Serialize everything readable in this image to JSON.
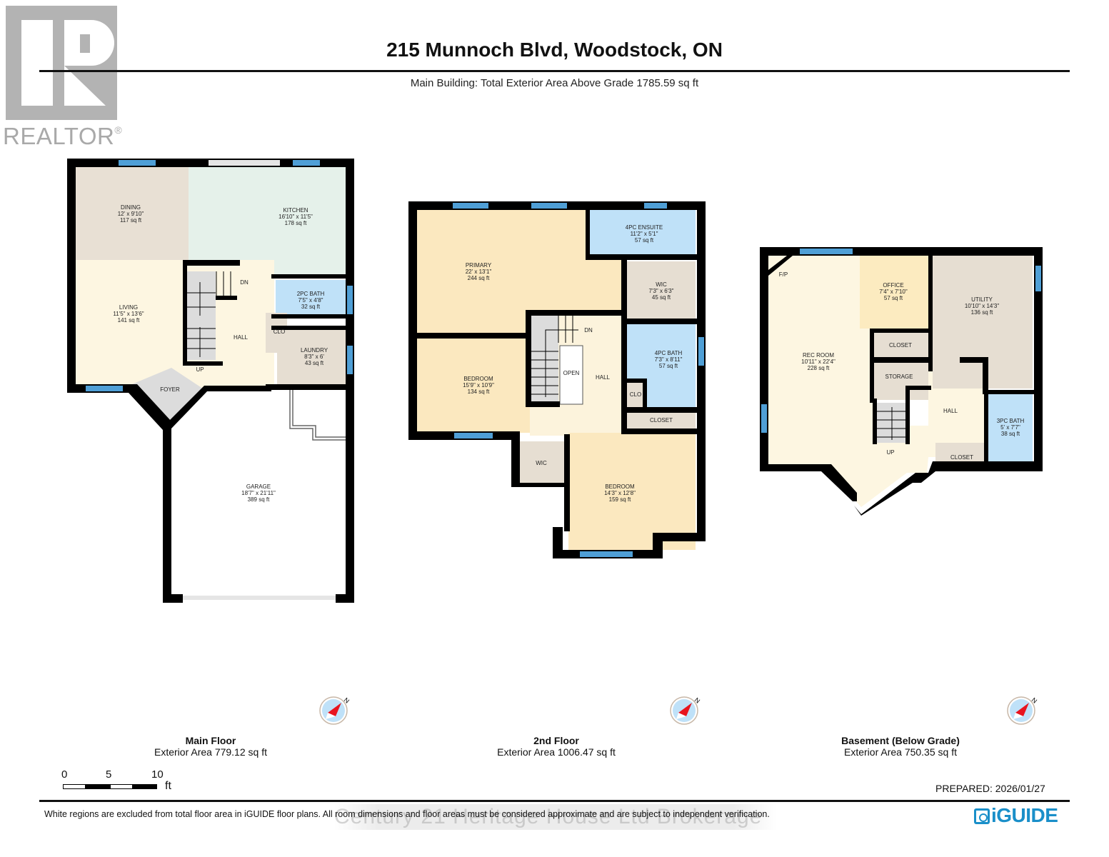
{
  "header": {
    "title": "215 Munnoch Blvd, Woodstock, ON",
    "subtitle": "Main Building: Total Exterior Area Above Grade 1785.59 sq ft"
  },
  "logo": {
    "text": "REALTOR",
    "mark": "®",
    "icon": "realtor-r-logo-icon"
  },
  "colors": {
    "wall": "#000000",
    "window": "#4f9fd6",
    "living": "#fdf6e1",
    "dining": "#e8e0d4",
    "kitchen": "#e5f1ea",
    "bath": "#bfe1f8",
    "laundry": "#e6ded2",
    "hall": "#fcf3dc",
    "bedroom": "#fbe8bf",
    "stairs": "#dcdcdc",
    "utility": "#e6ded2",
    "office": "#fcebc0",
    "brand": "#1a8fc9",
    "compass_red": "#e8141e",
    "compass_blue": "#bfe1f8"
  },
  "floors": [
    {
      "id": "main",
      "name": "Main Floor",
      "area": "Exterior Area 779.12 sq ft",
      "rooms": [
        {
          "name": "DINING",
          "dims": "12' x 9'10\"",
          "area": "117 sq ft"
        },
        {
          "name": "KITCHEN",
          "dims": "16'10\" x 11'5\"",
          "area": "178 sq ft"
        },
        {
          "name": "LIVING",
          "dims": "11'5\" x 13'6\"",
          "area": "141 sq ft"
        },
        {
          "name": "2PC BATH",
          "dims": "7'5\" x 4'8\"",
          "area": "32 sq ft"
        },
        {
          "name": "LAUNDRY",
          "dims": "8'3\" x 6'",
          "area": "43 sq ft"
        },
        {
          "name": "GARAGE",
          "dims": "18'7\" x 21'11\"",
          "area": "389 sq ft"
        }
      ],
      "labels": {
        "hall": "HALL",
        "foyer": "FOYER",
        "clo": "CLO",
        "dn": "DN",
        "up": "UP"
      }
    },
    {
      "id": "second",
      "name": "2nd Floor",
      "area": "Exterior Area 1006.47 sq ft",
      "rooms": [
        {
          "name": "PRIMARY",
          "dims": "22' x 13'1\"",
          "area": "244 sq ft"
        },
        {
          "name": "4PC ENSUITE",
          "dims": "11'2\" x 5'1\"",
          "area": "57 sq ft"
        },
        {
          "name": "WIC",
          "dims": "7'3\" x 6'3\"",
          "area": "45 sq ft"
        },
        {
          "name": "BEDROOM",
          "dims": "15'9\" x 10'9\"",
          "area": "134 sq ft"
        },
        {
          "name": "4PC BATH",
          "dims": "7'3\" x 8'11\"",
          "area": "57 sq ft"
        },
        {
          "name": "BEDROOM",
          "dims": "14'3\" x 12'8\"",
          "area": "159 sq ft"
        }
      ],
      "labels": {
        "hall": "HALL",
        "open": "OPEN",
        "clo": "CLO",
        "closet": "CLOSET",
        "wic": "WIC",
        "dn": "DN"
      }
    },
    {
      "id": "basement",
      "name": "Basement (Below Grade)",
      "area": "Exterior Area 750.35 sq ft",
      "rooms": [
        {
          "name": "OFFICE",
          "dims": "7'4\" x 7'10\"",
          "area": "57 sq ft"
        },
        {
          "name": "UTILITY",
          "dims": "10'10\" x 14'3\"",
          "area": "136 sq ft"
        },
        {
          "name": "REC ROOM",
          "dims": "10'11\" x 22'4\"",
          "area": "228 sq ft"
        },
        {
          "name": "3PC BATH",
          "dims": "5' x 7'7\"",
          "area": "38 sq ft"
        }
      ],
      "labels": {
        "fp": "F/P",
        "closet": "CLOSET",
        "storage": "STORAGE",
        "hall": "HALL",
        "closet2": "CLOSET",
        "up": "UP"
      }
    }
  ],
  "compass": {
    "label": "N",
    "icon": "compass-north-icon"
  },
  "scale_bar": {
    "ticks": [
      "0",
      "5",
      "10"
    ],
    "unit": "ft"
  },
  "footer": {
    "prepared": "PREPARED: 2026/01/27",
    "disclaimer": "White regions are excluded from total floor area in iGUIDE floor plans. All room dimensions and floor areas must be considered approximate and are subject to independent verification.",
    "watermark": "Century 21 Heritage House Ltd Brokerage",
    "brand": "iGUIDE"
  }
}
